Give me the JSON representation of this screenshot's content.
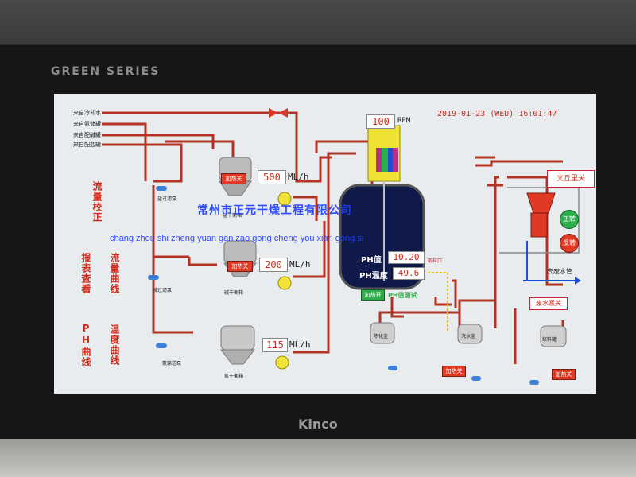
{
  "device": {
    "series_label": "GREEN SERIES",
    "brand": "Kinco"
  },
  "header": {
    "datetime": "2019-01-23 (WED) 16:01:47"
  },
  "agitator": {
    "rpm_value": "100",
    "rpm_unit": "RPM"
  },
  "sources": {
    "cooling_water": "来自冷却水",
    "ammonia_tank": "来自氨储罐",
    "alkali_tank": "来自配碱罐",
    "salt_tank": "来自配盐罐"
  },
  "side_menu": {
    "flow_calibration": "流量校正",
    "report_view": "报表查看",
    "flow_curve": "流量曲线",
    "ph_curve": "PH曲线",
    "temp_curve": "温度曲线"
  },
  "tanks": {
    "salt_meter": {
      "label": "盐干衡箱",
      "flow": "500",
      "unit": "ML/h",
      "heat_label": "加热关"
    },
    "alkali_meter": {
      "label": "碱干衡箱",
      "flow": "200",
      "unit": "ML/h",
      "heat_label": "加热关"
    },
    "ammonia_meter": {
      "label": "氨干衡箱",
      "flow": "115",
      "unit": "ML/h"
    }
  },
  "pumps": {
    "salt_filter": "盐过滤泵",
    "alkali_filter": "碱过滤泵",
    "ammonia_feed": "氨输送泵"
  },
  "reactor": {
    "ph_label": "PH值",
    "ph_value": "10.20",
    "temp_label": "PH温度",
    "temp_value": "49.6",
    "heat_label": "加热开",
    "reactor_label": "PH值测试",
    "sample_label": "取样口"
  },
  "downstream": {
    "aging_tank": "陈化釜",
    "wash_tank": "洗水釜",
    "slurry_tank": "浆料罐",
    "heat_off_1": "加热关",
    "heat_off_2": "加热关",
    "venturi": "文丘里关",
    "forward": "正转",
    "reverse": "反转",
    "waste_pipe": "去废水管",
    "waste_pump": "废水泵关"
  },
  "watermark": {
    "zh": "常州市正元干燥工程有限公司",
    "en": "chang zhou shi zheng yuan gan zao gong cheng you xian gong si"
  },
  "colors": {
    "pipe": "#c0392b",
    "accent_red": "#d4291a",
    "watermark_blue": "#1a3cff",
    "screen_bg": "#e9ecef"
  }
}
